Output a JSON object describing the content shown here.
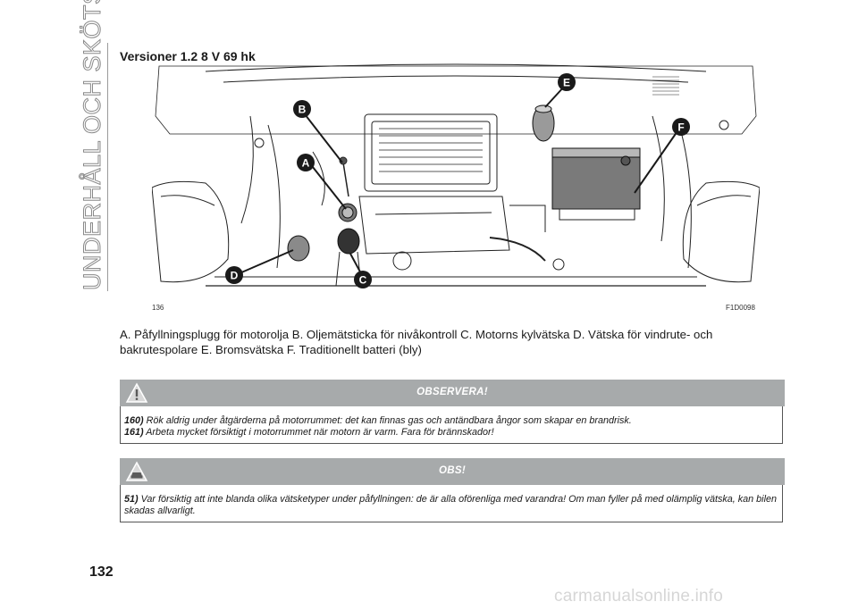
{
  "side_title": "UNDERHÅLL OCH SKÖTSEL",
  "section_title": "Versioner 1.2 8 V 69 hk",
  "figure": {
    "number": "136",
    "code": "F1D0098",
    "callouts": [
      "A",
      "B",
      "C",
      "D",
      "E",
      "F"
    ]
  },
  "caption": "A. Påfyllningsplugg för motorolja B. Oljemätsticka för nivåkontroll C. Motorns kylvätska D. Vätska för vindrute- och bakrutespolare E. Bromsvätska F. Traditionellt batteri (bly)",
  "warning_box": {
    "title": "OBSERVERA!",
    "icon": "warning-triangle-icon",
    "items": [
      {
        "ref": "160)",
        "text": "Rök aldrig under åtgärderna på motorrummet: det kan finnas gas och antändbara ångor som skapar en brandrisk."
      },
      {
        "ref": "161)",
        "text": "Arbeta mycket försiktigt i motorrummet när motorn är varm. Fara för brännskador!"
      }
    ]
  },
  "notice_box": {
    "title": "OBS!",
    "icon": "car-notice-icon",
    "items": [
      {
        "ref": "51)",
        "text": "Var försiktig att inte blanda olika vätsketyper under påfyllningen: de är alla oförenliga med varandra! Om man fyller på med olämplig vätska, kan bilen skadas allvarligt."
      }
    ]
  },
  "page_number": "132",
  "watermark": "carmanualsonline.info",
  "colors": {
    "banner": "#a7aaab",
    "callout": "#1a1a1a",
    "text": "#1a1a1a"
  }
}
